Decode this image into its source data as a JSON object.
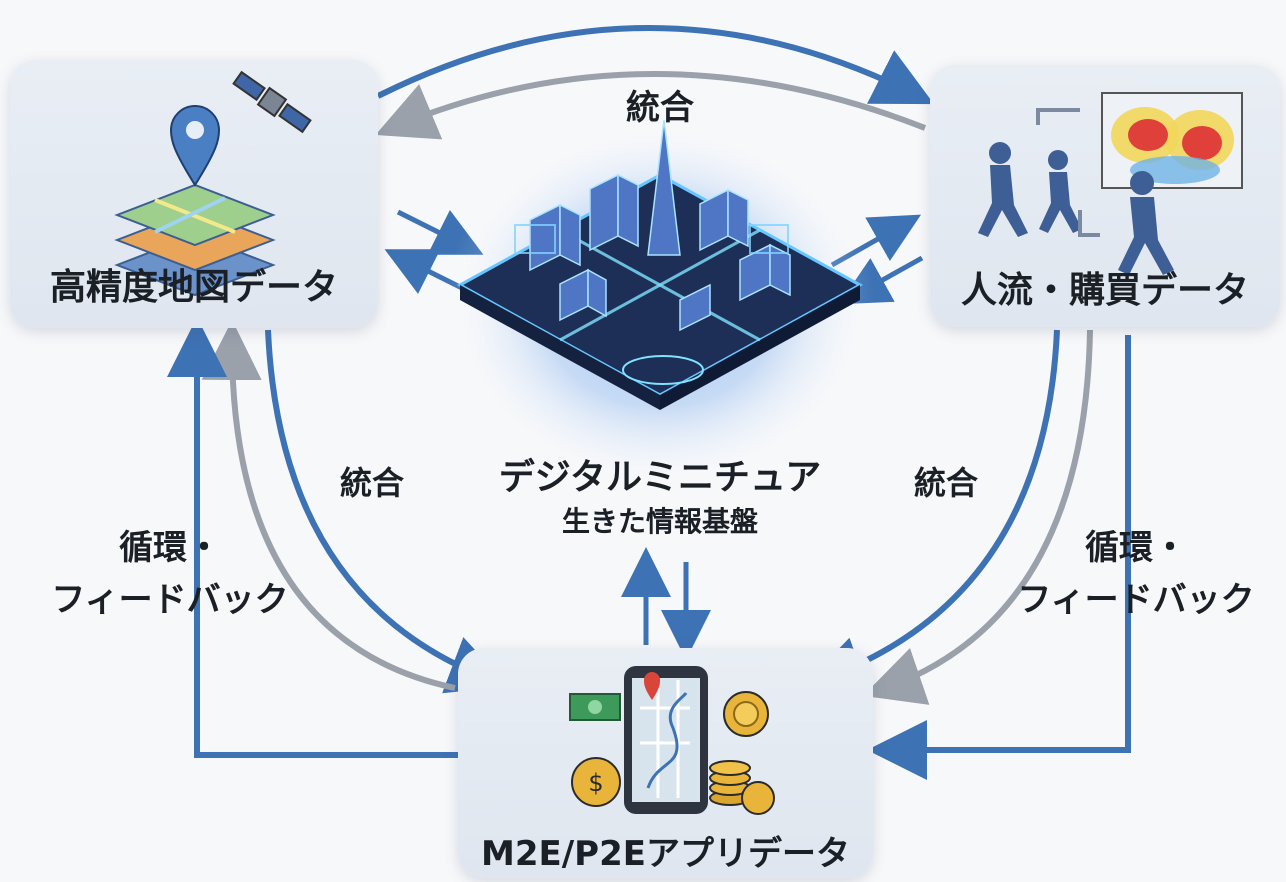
{
  "nodes": {
    "top_left": {
      "title": "高精度地図データ"
    },
    "top_right": {
      "title": "人流・購買データ"
    },
    "bottom": {
      "title": "M2E/P2Eアプリデータ"
    },
    "center": {
      "title": "デジタルミニチュア",
      "subtitle": "生きた情報基盤"
    }
  },
  "edges": {
    "top": "統合",
    "left": "統合",
    "right": "統合",
    "left_outer": [
      "循環・",
      "フィードバック"
    ],
    "right_outer": [
      "循環・",
      "フィードバック"
    ]
  },
  "colors": {
    "arrow_blue": "#3d72b4",
    "arrow_gray": "#9aa1ab",
    "node_bg": "#e3e9f1",
    "glow": "#7fb8ff"
  },
  "icons": [
    "map-layers-icon",
    "map-pin-icon",
    "satellite-icon",
    "walking-people-icon",
    "heatmap-icon",
    "smartphone-map-icon",
    "banknote-icon",
    "coin-icon",
    "coin-stack-icon",
    "city-model-icon"
  ]
}
